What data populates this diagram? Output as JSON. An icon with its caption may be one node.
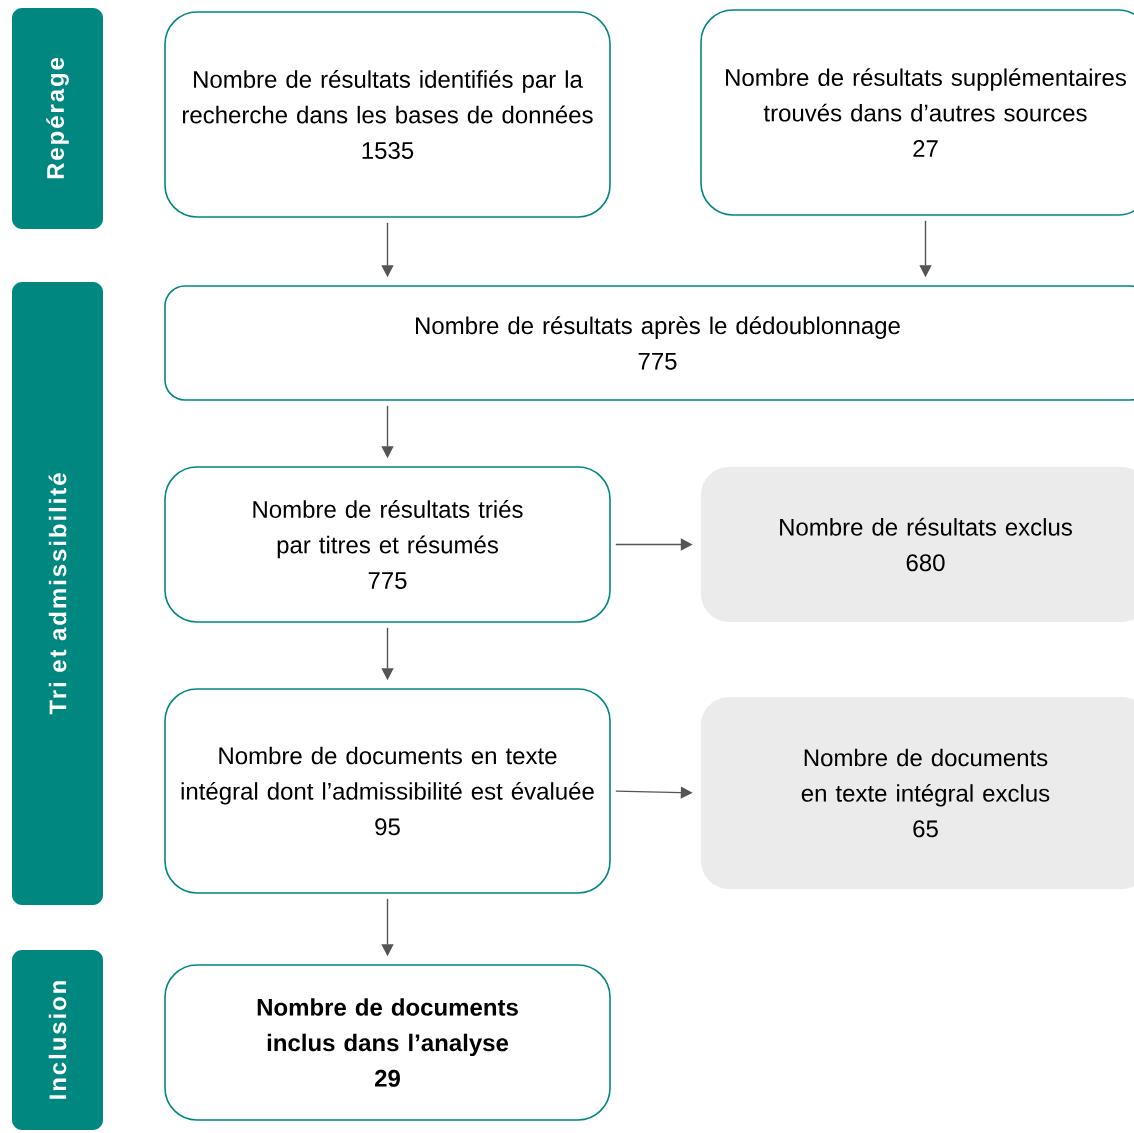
{
  "diagram": {
    "nodes": [
      {
        "text": [
          "Repérage"
        ]
      },
      {
        "text": [
          "Tri et admissibilité"
        ]
      },
      {
        "text": [
          "Inclusion"
        ]
      },
      {
        "text": [
          "Nombre de résultats identifiés par la recherche dans les bases de données",
          "1535"
        ]
      },
      {
        "text": [
          "Nombre de résultats supplémentaires trouvés dans d’autres sources",
          "27"
        ]
      },
      {
        "text": [
          "Nombre de résultats après le dédoublonnage",
          "775"
        ]
      },
      {
        "text": [
          "Nombre de résultats triés par titres et résumés",
          "775"
        ]
      },
      {
        "text": [
          "Nombre de résultats exclus",
          "680"
        ]
      },
      {
        "text": [
          "Nombre de documents en texte intégral dont l’admissibilité est évaluée",
          "95"
        ]
      },
      {
        "text": [
          "Nombre de documents en texte intégral exclus",
          "65"
        ]
      },
      {
        "text": [
          "Nombre de documents inclus dans l’analyse",
          "29"
        ]
      }
    ],
    "edges": [
      {
        "from": 3,
        "to": 5,
        "arrow": "to"
      },
      {
        "from": 4,
        "to": 5,
        "arrow": "to"
      },
      {
        "from": 5,
        "to": 6,
        "arrow": "to"
      },
      {
        "from": 6,
        "to": 7,
        "arrow": "to"
      },
      {
        "from": 6,
        "to": 8,
        "arrow": "to"
      },
      {
        "from": 8,
        "to": 9,
        "arrow": "to"
      },
      {
        "from": 8,
        "to": 10,
        "arrow": "to"
      }
    ]
  }
}
